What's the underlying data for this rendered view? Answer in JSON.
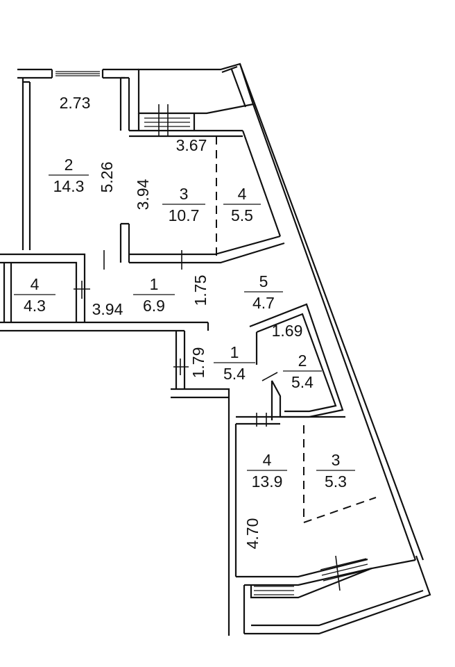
{
  "rooms": [
    {
      "id": "r2-top",
      "number": "2",
      "area": "14.3"
    },
    {
      "id": "r3-top",
      "number": "3",
      "area": "10.7"
    },
    {
      "id": "r4-top",
      "number": "4",
      "area": "5.5"
    },
    {
      "id": "r4-left",
      "number": "4",
      "area": "4.3"
    },
    {
      "id": "r1-mid",
      "number": "1",
      "area": "6.9"
    },
    {
      "id": "r5-mid",
      "number": "5",
      "area": "4.7"
    },
    {
      "id": "r1-low",
      "number": "1",
      "area": "5.4"
    },
    {
      "id": "r2-low",
      "number": "2",
      "area": "5.4"
    },
    {
      "id": "r4-bot",
      "number": "4",
      "area": "13.9"
    },
    {
      "id": "r3-bot",
      "number": "3",
      "area": "5.3"
    }
  ],
  "dimensions": [
    "2.73",
    "5.26",
    "3.67",
    "3.94",
    "3.94",
    "1.75",
    "1.69",
    "1.79",
    "4.70"
  ]
}
